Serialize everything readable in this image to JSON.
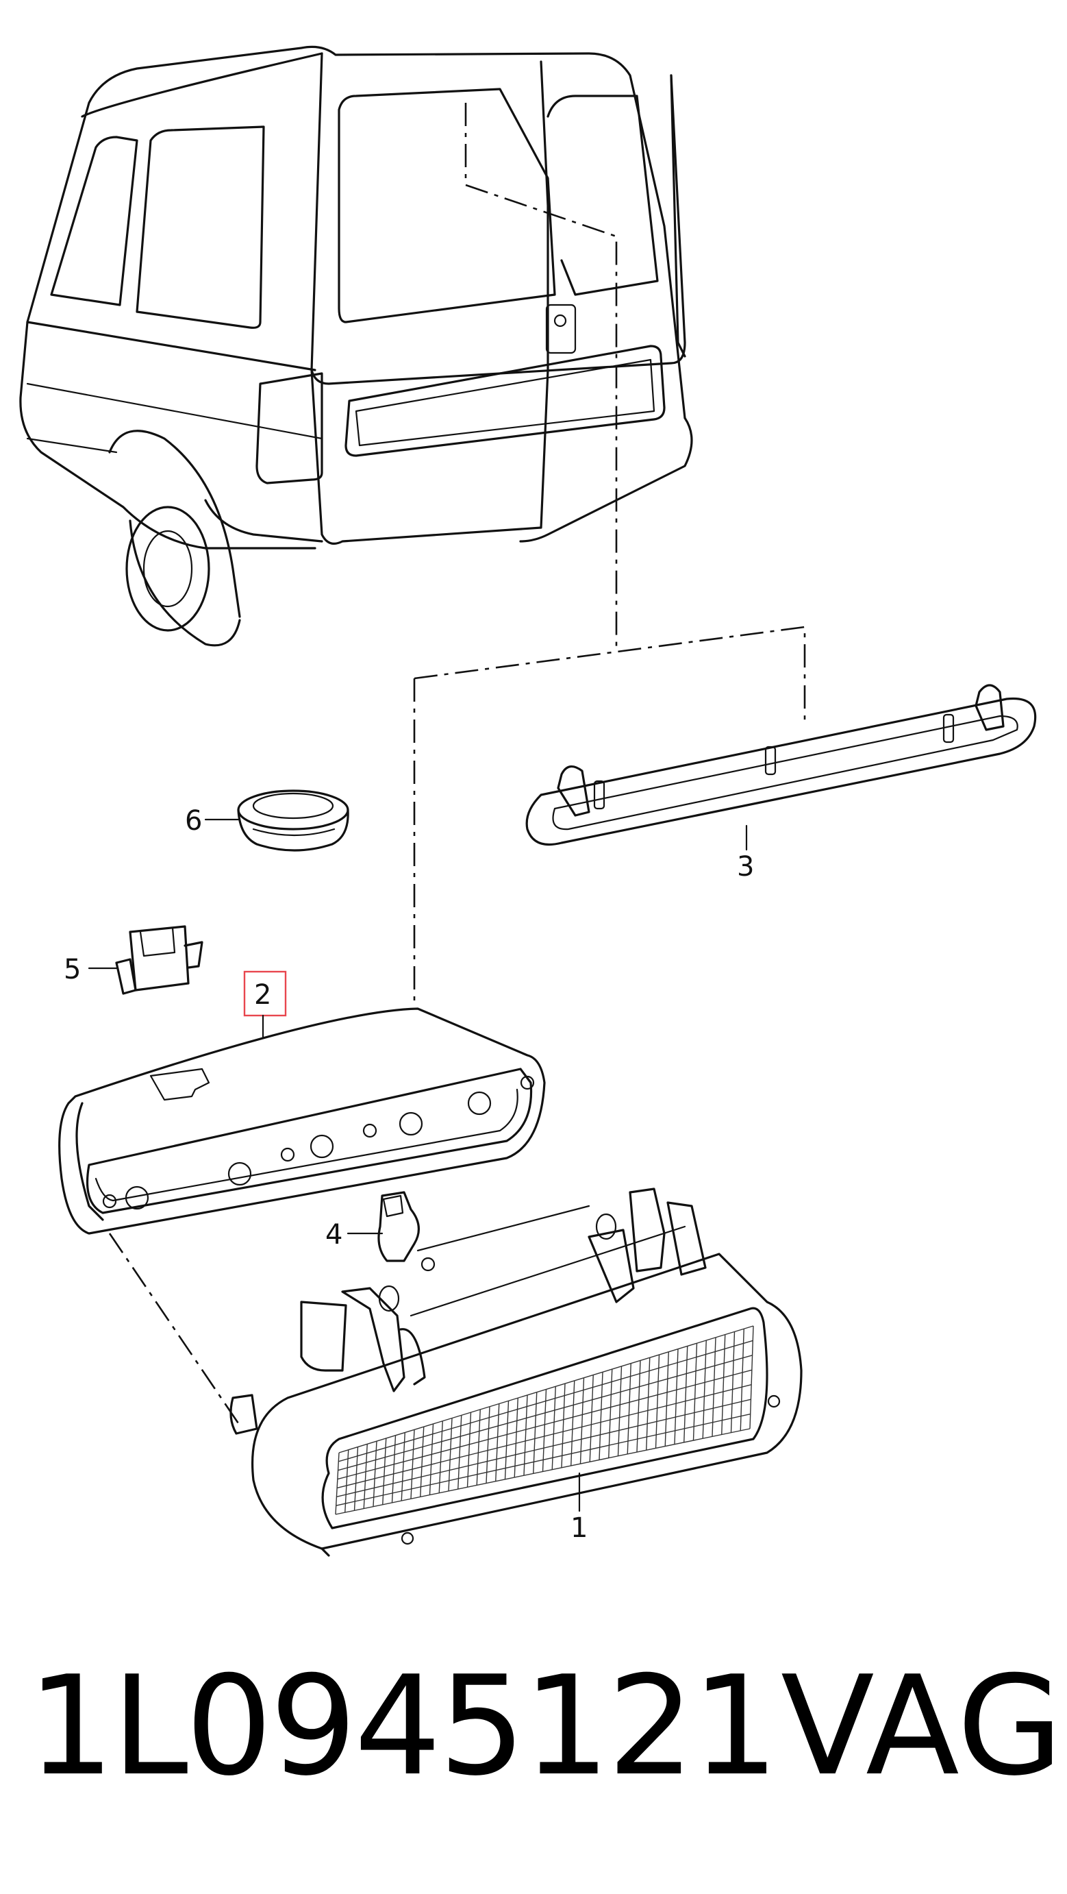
{
  "callouts": {
    "c1": "1",
    "c2": "2",
    "c3": "3",
    "c4": "4",
    "c5": "5",
    "c6": "6"
  },
  "highlight_color": "#e8464e",
  "footer": {
    "part_number": "1L0945121",
    "brand": "VAG"
  }
}
